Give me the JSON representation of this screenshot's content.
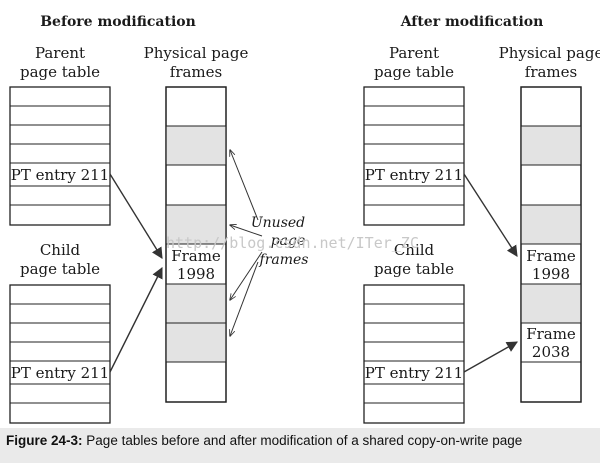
{
  "left": {
    "heading": "Before modification",
    "parent_label": [
      "Parent",
      "page table"
    ],
    "child_label": [
      "Child",
      "page table"
    ],
    "frames_label": [
      "Physical page",
      "frames"
    ],
    "parent_entry": "PT entry 211",
    "child_entry": "PT entry 211",
    "frame": [
      "Frame",
      "1998"
    ],
    "unused": [
      "Unused",
      "page",
      "frames"
    ]
  },
  "right": {
    "heading": "After modification",
    "parent_label": [
      "Parent",
      "page table"
    ],
    "child_label": [
      "Child",
      "page table"
    ],
    "frames_label": [
      "Physical page",
      "frames"
    ],
    "parent_entry": "PT entry 211",
    "child_entry": "PT entry 211",
    "frame_a": [
      "Frame",
      "1998"
    ],
    "frame_b": [
      "Frame",
      "2038"
    ]
  },
  "watermark": "http://blog.csdn.net/ITer_ZC",
  "caption": {
    "label": "Figure 24-3:",
    "text": "Page tables before and after modification of a shared copy-on-write page"
  },
  "colors": {
    "shaded_frame": "#e3e3e3",
    "caption_bar": "#eaeaea"
  }
}
